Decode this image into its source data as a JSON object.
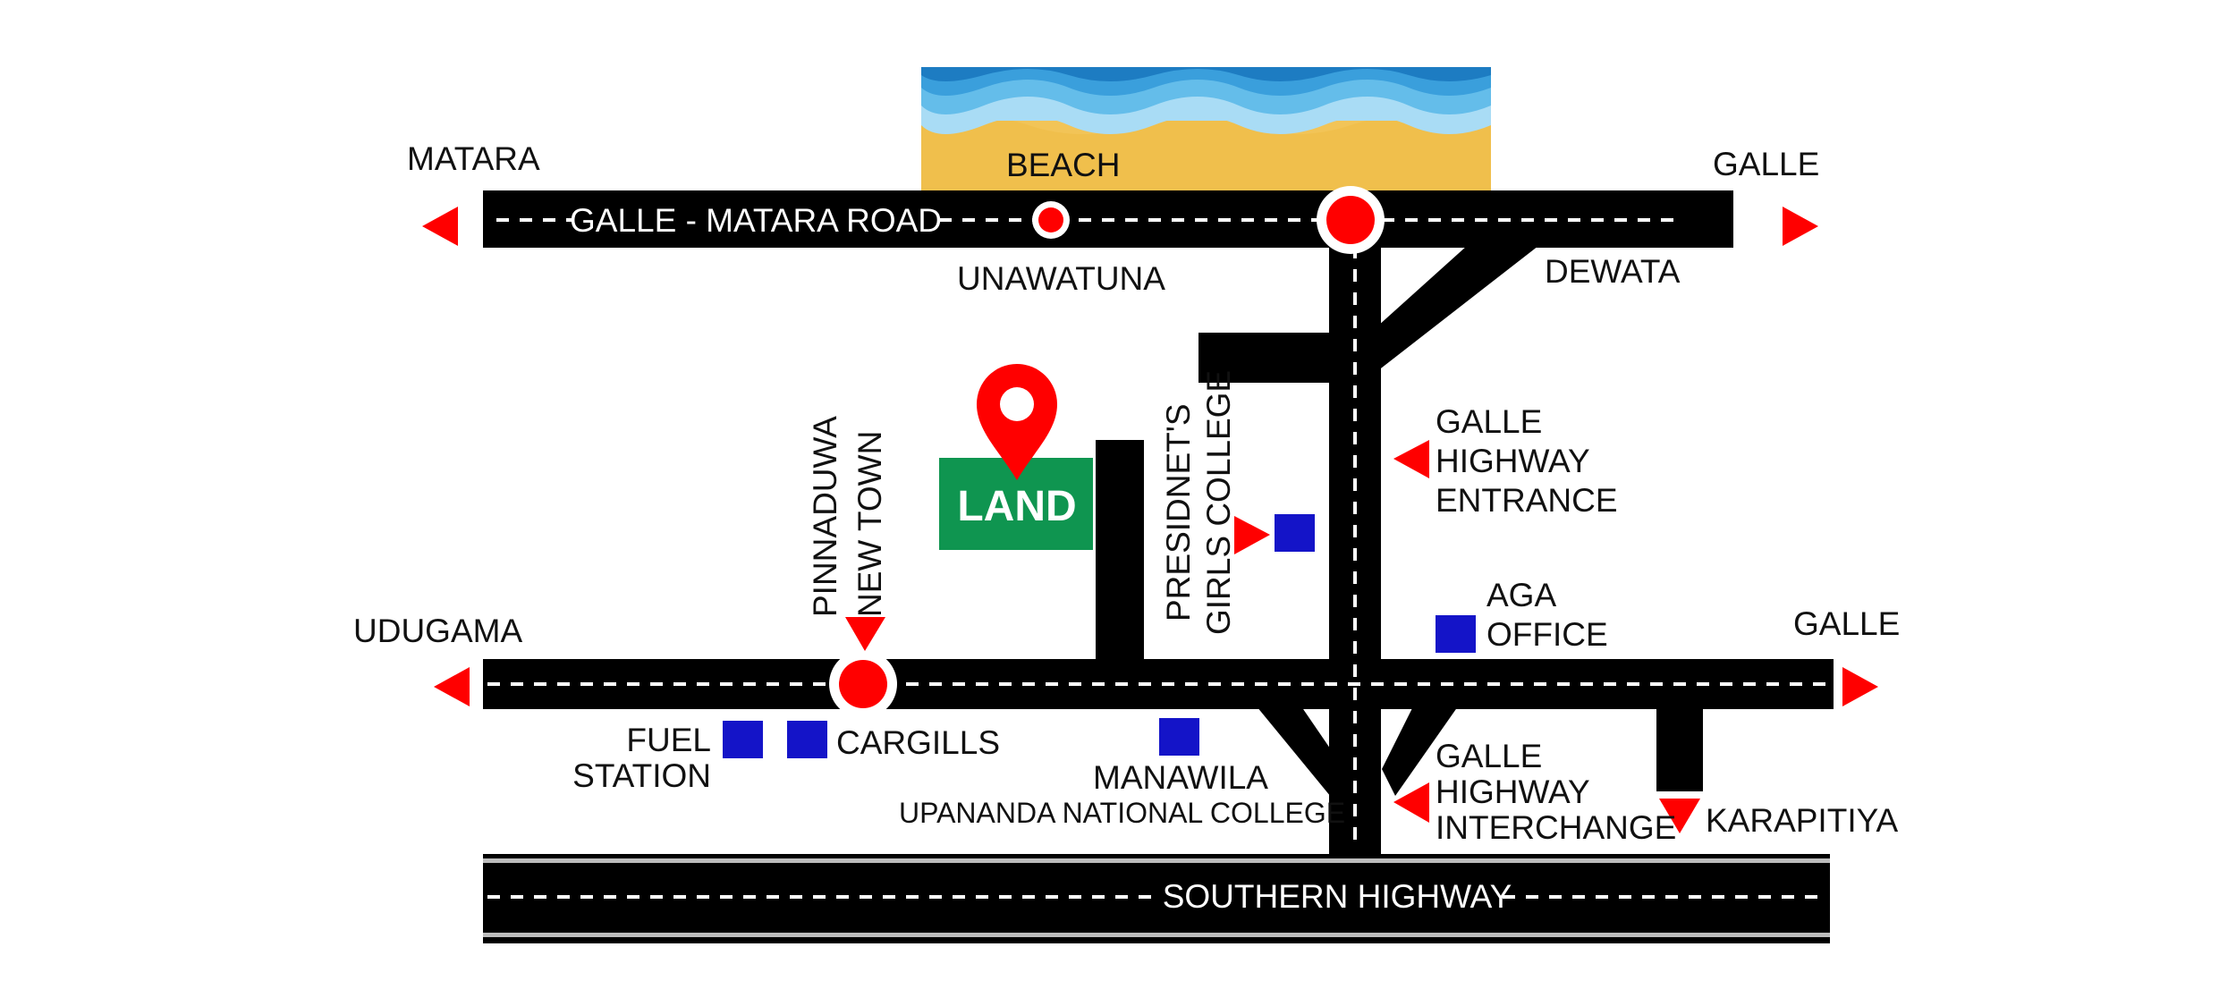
{
  "roads": {
    "galle_matara": "GALLE - MATARA ROAD",
    "southern_highway": "SOUTHERN HIGHWAY"
  },
  "places": {
    "matara": "MATARA",
    "galle_top": "GALLE",
    "beach": "BEACH",
    "unawatuna": "UNAWATUNA",
    "dewata": "DEWATA",
    "highway_entrance": [
      "GALLE",
      "HIGHWAY",
      "ENTRANCE"
    ],
    "land": "LAND",
    "pinnaduwa": [
      "PINNADUWA",
      "NEW TOWN"
    ],
    "presidents_college": [
      "PRESIDNET'S",
      "GIRLS COLLEGE"
    ],
    "aga_office": [
      "AGA",
      "OFFICE"
    ],
    "udugama": "UDUGAMA",
    "galle_mid": "GALLE",
    "fuel_station": [
      "FUEL",
      "STATION"
    ],
    "cargills": "CARGILLS",
    "manawila": "MANAWILA",
    "upananda": "UPANANDA NATIONAL COLLEGE",
    "highway_interchange": [
      "GALLE",
      "HIGHWAY",
      "INTERCHANGE"
    ],
    "karapitiya": "KARAPITIYA"
  },
  "colors": {
    "road": "#000000",
    "marker": "#ff0000",
    "land": "#0f9550",
    "poi": "#1414c8",
    "sand": "#f2c457",
    "sea_dark": "#1d7cc2",
    "sea_light": "#a9dcf5"
  },
  "icons": [
    "location-pin-icon",
    "arrow-icon",
    "junction-icon",
    "poi-square-icon"
  ]
}
